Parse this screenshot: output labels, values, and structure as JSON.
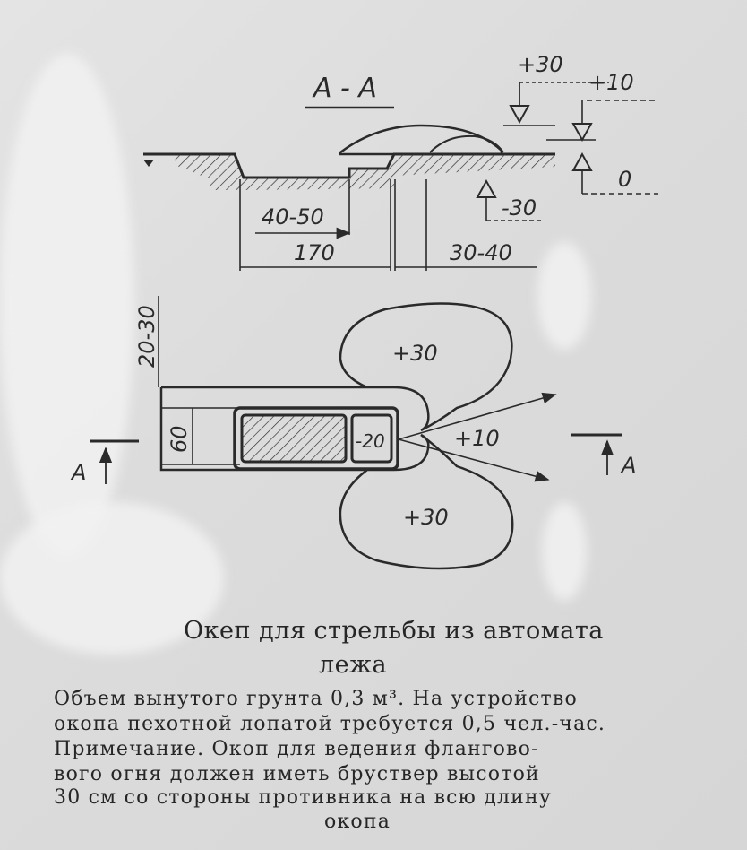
{
  "section_title": "А - А",
  "section_labels": {
    "top_plus30": "+30",
    "top_plus10": "+10",
    "zero": "0",
    "minus30": "-30",
    "dim_40_50": "40-50",
    "dim_170": "170",
    "dim_30_40": "30-40"
  },
  "plan_labels": {
    "dim_20_30": "20-30",
    "dim_60": "60",
    "upper_lobe": "+30",
    "lower_lobe": "+30",
    "firing_sector": "+10",
    "pit": "-20",
    "cut_left": "А",
    "cut_right": "А"
  },
  "caption": {
    "title_line1": "Океп для стрельбы из автомата",
    "title_line2": "лежа",
    "body_line1": "Объем вынутого грунта 0,3 м³. На устройство",
    "body_line2": "окопа пехотной лопатой требуется 0,5 чел.-час.",
    "body_line3": "Примечание. Окоп для ведения флангово-",
    "body_line4": "вого огня должен иметь бруствер высотой",
    "body_line5": "30 см со стороны противника на всю длину",
    "body_line6": "окопа"
  }
}
